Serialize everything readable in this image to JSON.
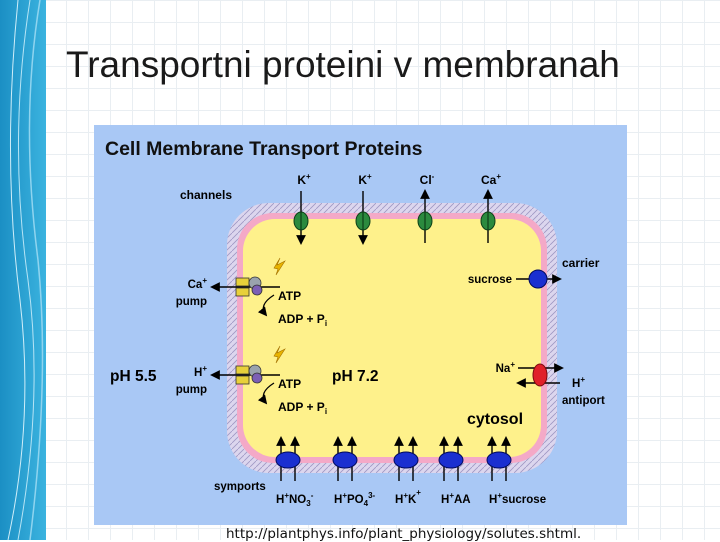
{
  "slide": {
    "title": "Transportni proteini v membranah",
    "source_url": "http://plantphys.info/plant_physiology/solutes.shtml."
  },
  "diagram": {
    "heading": "Cell Membrane Transport Proteins",
    "channels": {
      "label": "channels",
      "ions": [
        {
          "base": "K",
          "charge": "+"
        },
        {
          "base": "K",
          "charge": "+"
        },
        {
          "base": "Cl",
          "charge": "-"
        },
        {
          "base": "Ca",
          "charge": "+"
        }
      ]
    },
    "carrier": {
      "label": "carrier",
      "substrate": "sucrose"
    },
    "ca_pump": {
      "ion_base": "Ca",
      "ion_charge": "+",
      "label": "pump",
      "atp": "ATP",
      "adp_main": "ADP + P",
      "adp_sub": "i"
    },
    "h_pump": {
      "ion_base": "H",
      "ion_charge": "+",
      "label": "pump",
      "atp": "ATP",
      "adp_main": "ADP + P",
      "adp_sub": "i"
    },
    "ph_outside": "pH 5.5",
    "ph_inside": "pH 7.2",
    "antiport": {
      "na_base": "Na",
      "na_charge": "+",
      "h_base": "H",
      "h_charge": "+",
      "label": "antiport"
    },
    "cytosol": "cytosol",
    "symports": {
      "label": "symports",
      "items": [
        {
          "t1": "H",
          "s1": "+",
          "t2": "NO",
          "s2": "3",
          "s3": "-"
        },
        {
          "t1": "H",
          "s1": "+",
          "t2": "PO",
          "s2": "4",
          "s3": "3-"
        },
        {
          "t1": "H",
          "s1": "+",
          "t2": "K",
          "s2": "",
          "s3": "+"
        },
        {
          "t1": "H",
          "s1": "+",
          "t2": "AA",
          "s2": "",
          "s3": ""
        },
        {
          "t1": "H",
          "s1": "+",
          "t2": "sucrose",
          "s2": "",
          "s3": ""
        }
      ]
    }
  },
  "colors": {
    "diagram_bg": "#a9c8f5",
    "cytoplasm": "#fef18b",
    "membrane_pink": "#f4a9c7",
    "membrane_hatch": "#cfc7e6",
    "channel_green": "#2b8a3e",
    "carrier_blue": "#1a2fd0",
    "antiport_red": "#e0202a"
  }
}
